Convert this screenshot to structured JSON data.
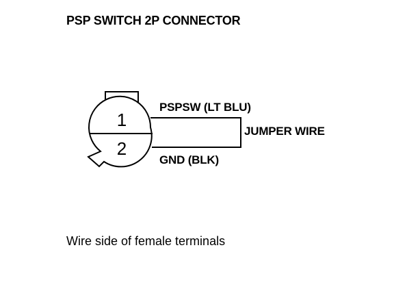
{
  "title": "PSP SWITCH 2P CONNECTOR",
  "connector": {
    "terminal_1": "1",
    "terminal_2": "2"
  },
  "labels": {
    "terminal_1_wire": "PSPSW (LT BLU)",
    "jumper": "JUMPER WIRE",
    "terminal_2_wire": "GND (BLK)"
  },
  "caption": "Wire side of female terminals"
}
